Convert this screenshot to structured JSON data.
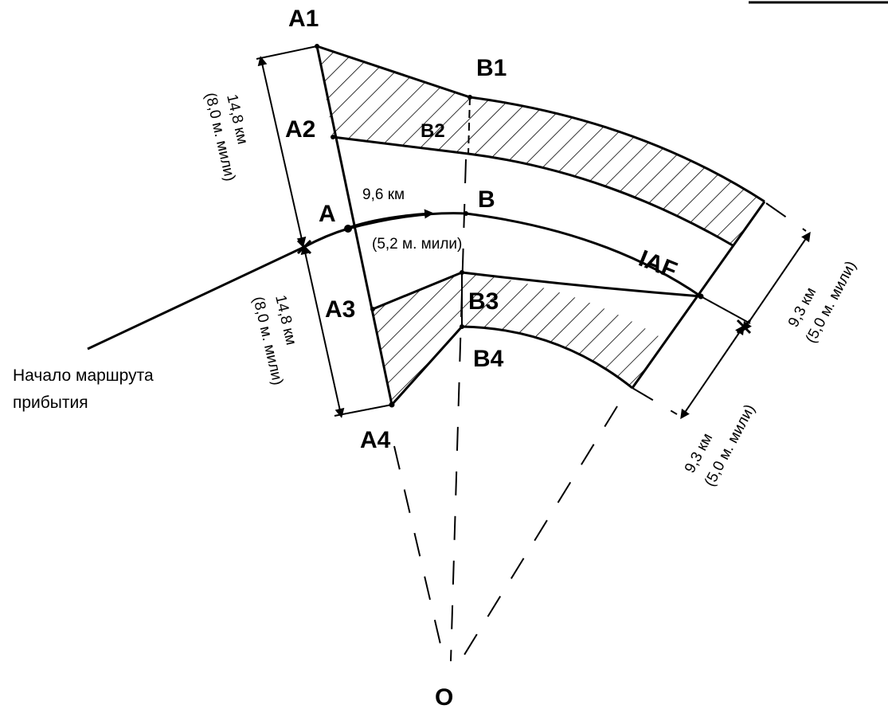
{
  "labels": {
    "a1": "A1",
    "a2": "A2",
    "a": "A",
    "a3": "A3",
    "a4": "A4",
    "b1": "B1",
    "b2": "B2",
    "b": "B",
    "b3": "B3",
    "b4": "B4",
    "o": "O",
    "iaf": "IAF"
  },
  "distances": {
    "segment_ab_km": "9,6 км",
    "segment_ab_nm": "(5,2 м. мили)",
    "upper_width_km": "14,8 км",
    "upper_width_nm": "(8,0 м. мили)",
    "lower_width_km": "14,8 км",
    "lower_width_nm": "(8,0 м. мили)",
    "right_upper_km": "9,3 км",
    "right_upper_nm": "(5,0 м. мили)",
    "right_lower_km": "9,3 км",
    "right_lower_nm": "(5,0 м. мили)"
  },
  "annotation": {
    "line1": "Начало маршрута",
    "line2": "прибытия"
  }
}
